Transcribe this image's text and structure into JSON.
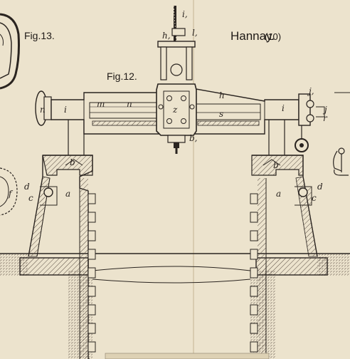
{
  "figures": {
    "fig13": "Fig.13.",
    "fig12": "Fig.12.",
    "author": "Hannay.",
    "plate_number": "(10)"
  },
  "labels": {
    "i1": "i,",
    "h1": "h,",
    "l1": "l,",
    "h": "h",
    "m": "m",
    "n": "n",
    "z": "z",
    "b1": "b,",
    "s": "s",
    "i_left": "i",
    "i_right": "i",
    "n_far": "n",
    "j1": "j,",
    "j": "j",
    "r": "r",
    "b_left": "b",
    "b_right": "b",
    "a_left": "a",
    "a_right": "a",
    "c_left": "c",
    "c_right": "c",
    "d_left": "d",
    "d_right": "d",
    "f": "f"
  },
  "colors": {
    "paper": "#ece3cd",
    "ink": "#2a2420",
    "hatch": "#5a4e44"
  }
}
